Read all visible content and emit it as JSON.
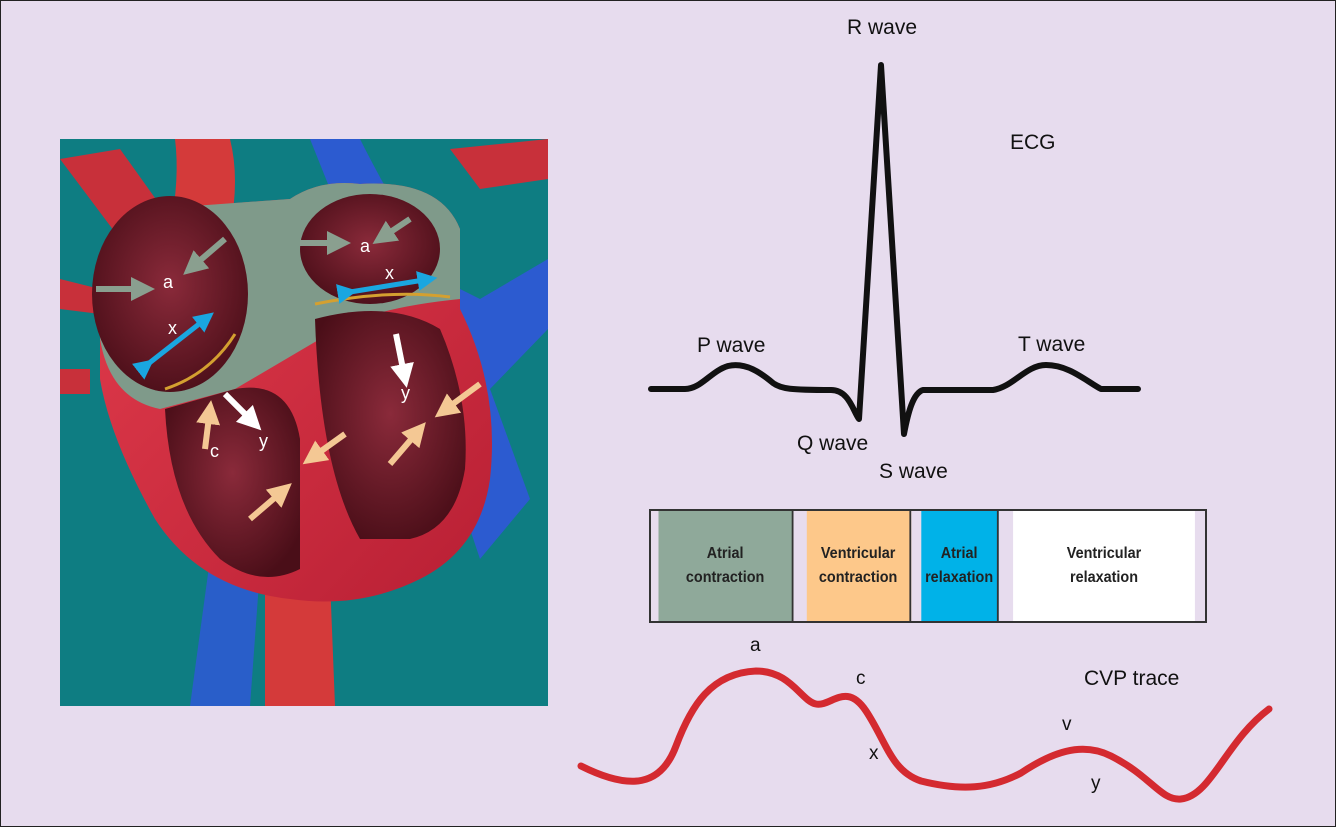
{
  "heart": {
    "left_atrium_labels": {
      "a": "a",
      "x": "x"
    },
    "right_atrium_labels": {
      "a": "a",
      "x": "x"
    },
    "left_ventricle_labels": {
      "c": "c",
      "y": "y"
    },
    "right_ventricle_labels": {
      "y": "y"
    }
  },
  "ecg": {
    "title": "ECG",
    "p_wave": "P wave",
    "q_wave": "Q wave",
    "r_wave": "R wave",
    "s_wave": "S wave",
    "t_wave": "T wave"
  },
  "phases": [
    {
      "line1": "Atrial",
      "line2": "contraction",
      "color": "#8fa99a"
    },
    {
      "line1": "Ventricular",
      "line2": "contraction",
      "color": "#fdc88a"
    },
    {
      "line1": "Atrial",
      "line2": "relaxation",
      "color": "#00b2e8"
    },
    {
      "line1": "Ventricular",
      "line2": "relaxation",
      "color": "#ffffff"
    }
  ],
  "cvp": {
    "title": "CVP trace",
    "a": "a",
    "c": "c",
    "x": "x",
    "v": "v",
    "y": "y",
    "trace_color": "#d42a30"
  },
  "colors": {
    "background": "#e7dcee",
    "heart_backdrop": "#0e7d82",
    "vessel_red": "#d43a3a",
    "vessel_blue": "#2c5bd0",
    "arrow_grey": "#7f9a8a",
    "arrow_cyan": "#1aa6e0",
    "arrow_peach": "#f7c99a"
  }
}
